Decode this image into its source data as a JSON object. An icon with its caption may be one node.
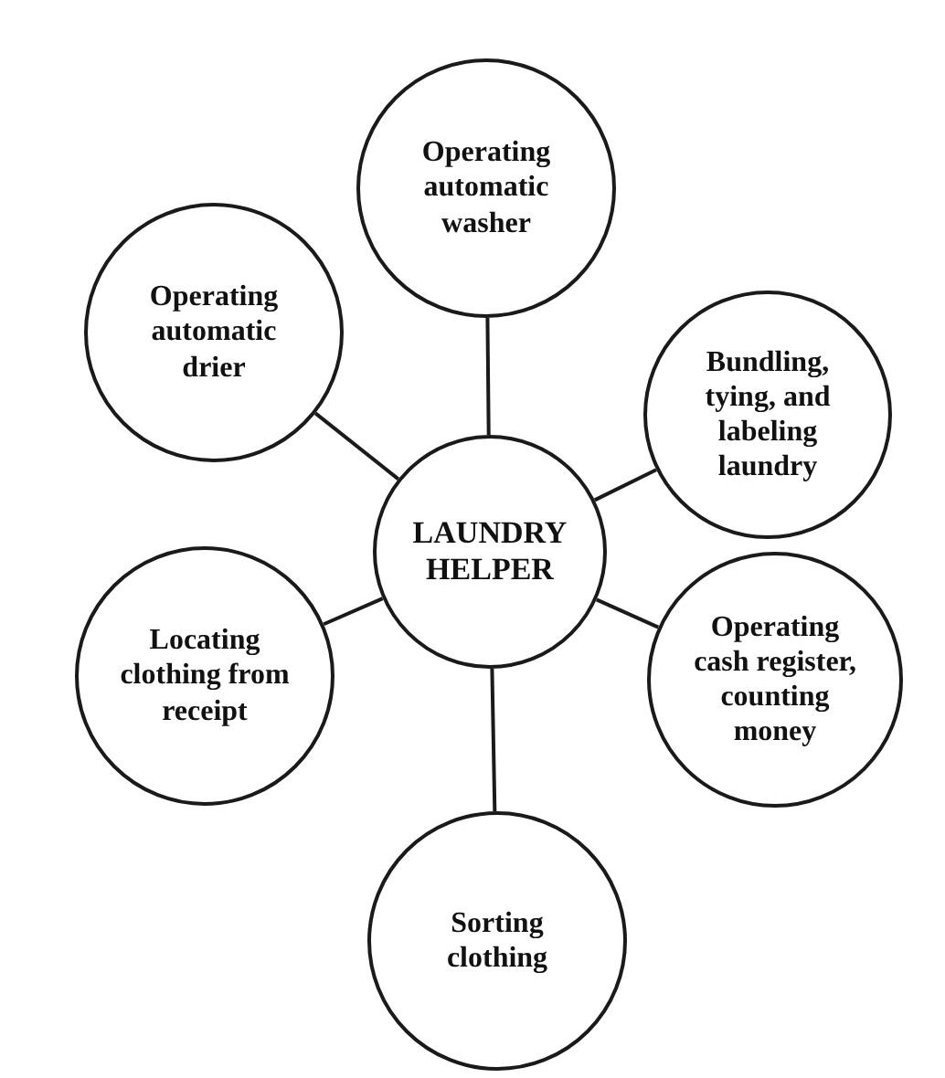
{
  "diagram": {
    "nodes": [
      {
        "text": [
          "LAUNDRY HELPER"
        ]
      },
      {
        "text": [
          "Operating automatic washer"
        ]
      },
      {
        "text": [
          "Operating automatic drier"
        ]
      },
      {
        "text": [
          "Bundling, tying, and labeling laundry"
        ]
      },
      {
        "text": [
          "Locating clothing from receipt"
        ]
      },
      {
        "text": [
          "Operating cash register, counting money"
        ]
      },
      {
        "text": [
          "Sorting clothing"
        ]
      }
    ],
    "edges": [
      {
        "from": 0,
        "to": 1,
        "arrow": "none"
      },
      {
        "from": 0,
        "to": 2,
        "arrow": "none"
      },
      {
        "from": 0,
        "to": 3,
        "arrow": "none"
      },
      {
        "from": 0,
        "to": 4,
        "arrow": "none"
      },
      {
        "from": 0,
        "to": 5,
        "arrow": "none"
      },
      {
        "from": 0,
        "to": 6,
        "arrow": "none"
      }
    ]
  }
}
